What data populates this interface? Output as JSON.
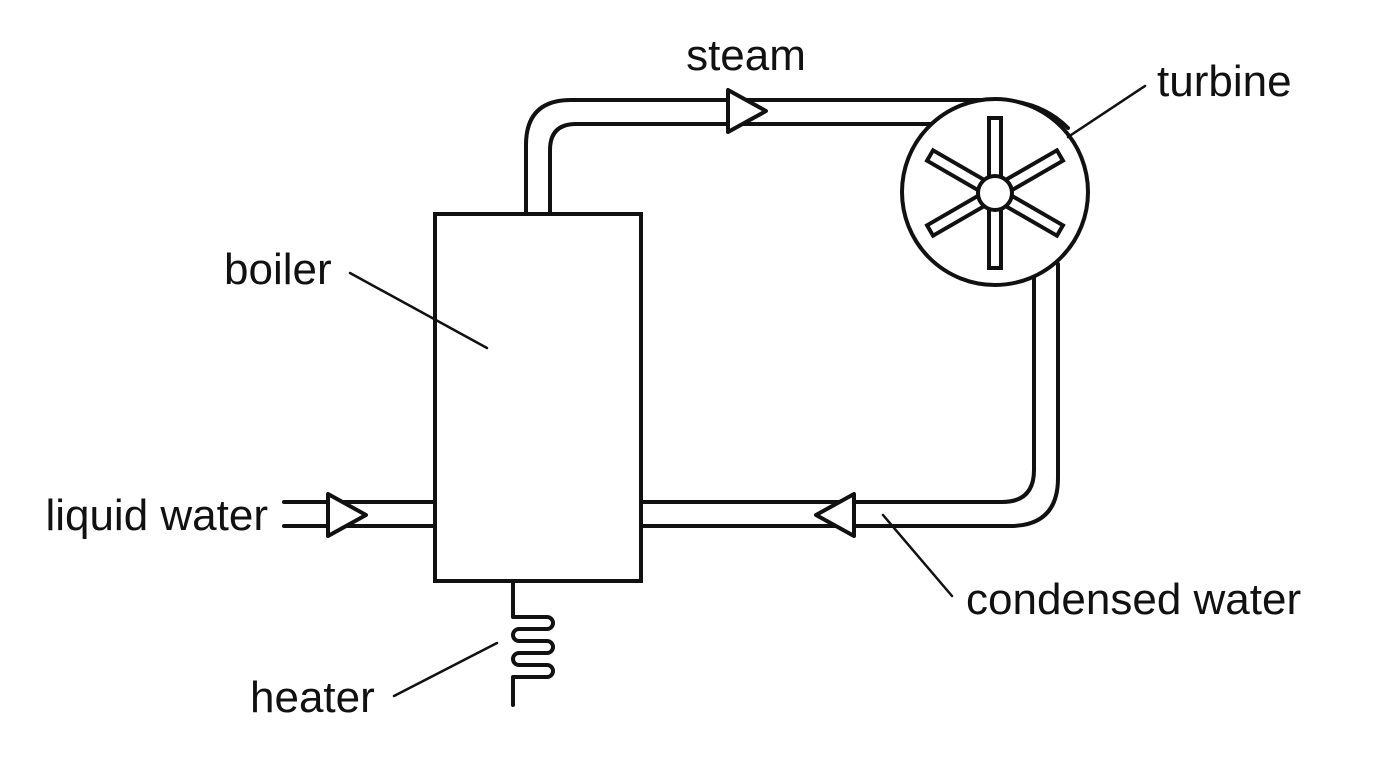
{
  "labels": {
    "steam": "steam",
    "turbine": "turbine",
    "boiler": "boiler",
    "liquid_water": "liquid water",
    "condensed_water": "condensed water",
    "heater": "heater"
  },
  "colors": {
    "stroke": "#111111",
    "background": "#ffffff"
  }
}
